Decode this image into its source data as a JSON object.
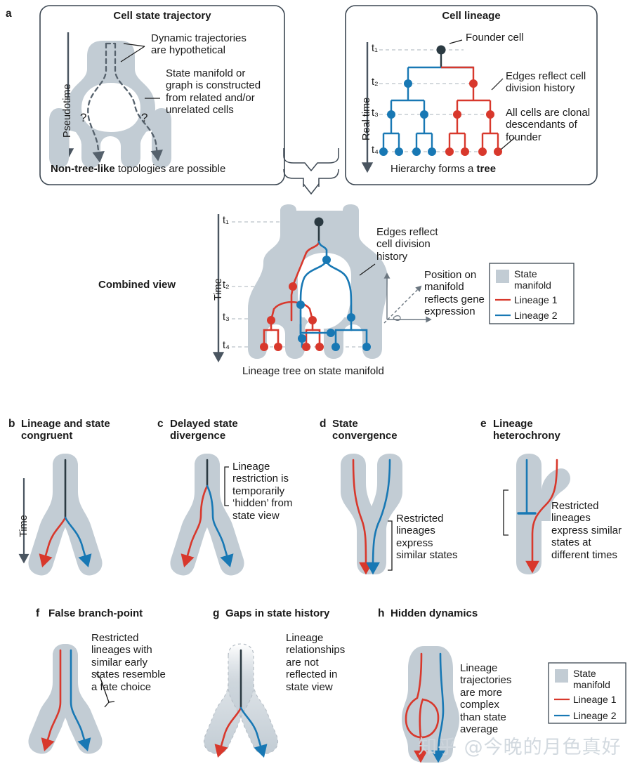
{
  "figure": {
    "colors": {
      "manifold": "#c2ccd4",
      "lineage1": "#d8382c",
      "lineage2": "#1878b4",
      "founder": "#2b3a42",
      "axis": "#4a5560",
      "dashed_guide": "#aab3bb",
      "box_border": "#3c4752",
      "text": "#1a1a1a"
    },
    "watermark": "知乎 @今晚的月色真好"
  },
  "panel_a": {
    "letter": "a",
    "left_box": {
      "title": "Cell state trajectory",
      "axis_label": "Pseudotime",
      "annotations": [
        "Dynamic trajectories\nare hypothetical",
        "State manifold or\ngraph is constructed\nfrom related and/or\nunrelated cells"
      ],
      "question_marks": [
        "?",
        "?"
      ],
      "caption_bold": "Non-tree-like",
      "caption_rest": " topologies are possible"
    },
    "right_box": {
      "title": "Cell lineage",
      "axis_label": "Real time",
      "time_labels": [
        "t₁",
        "t₂",
        "t₃",
        "t₄"
      ],
      "annotations": [
        "Founder cell",
        "Edges reflect cell\ndivision history",
        "All cells are clonal\ndescendants of\nfounder"
      ],
      "caption_rest": "Hierarchy forms a ",
      "caption_bold": "tree"
    }
  },
  "combined": {
    "label": "Combined view",
    "axis_label": "Time",
    "time_labels": [
      "t₁",
      "t₂",
      "t₃",
      "t₄"
    ],
    "annotations": [
      "Edges reflect\ncell division\nhistory",
      "Position on\nmanifold\nreflects gene\nexpression"
    ],
    "caption": "Lineage tree on state manifold",
    "legend": {
      "items": [
        {
          "type": "swatch",
          "label": "State\nmanifold"
        },
        {
          "type": "line-red",
          "label": "Lineage 1"
        },
        {
          "type": "line-blue",
          "label": "Lineage 2"
        }
      ]
    }
  },
  "panels": [
    {
      "letter": "b",
      "title": "Lineage and state\ncongruent",
      "axis_label": "Time",
      "annotation": ""
    },
    {
      "letter": "c",
      "title": "Delayed state\ndivergence",
      "annotation": "Lineage\nrestriction is\ntemporarily\n‘hidden’ from\nstate view"
    },
    {
      "letter": "d",
      "title": "State\nconvergence",
      "annotation": "Restricted\nlineages\nexpress\nsimilar states"
    },
    {
      "letter": "e",
      "title": "Lineage\nheterochrony",
      "annotation": "Restricted\nlineages\nexpress similar\nstates at\ndifferent times"
    },
    {
      "letter": "f",
      "title": "False branch-point",
      "annotation": "Restricted\nlineages with\nsimilar early\nstates resemble\na fate choice"
    },
    {
      "letter": "g",
      "title": "Gaps in state history",
      "annotation": "Lineage\nrelationships\nare not\nreflected in\nstate view"
    },
    {
      "letter": "h",
      "title": "Hidden dynamics",
      "annotation": "Lineage\ntrajectories\nare more\ncomplex\nthan state\naverage"
    }
  ],
  "legend_bottom": {
    "items": [
      {
        "type": "swatch",
        "label": "State\nmanifold"
      },
      {
        "type": "line-red",
        "label": "Lineage 1"
      },
      {
        "type": "line-blue",
        "label": "Lineage 2"
      }
    ]
  },
  "chart_data": {
    "type": "diagram",
    "title": "Cell state trajectory versus cell lineage",
    "lineage_tree_combined": {
      "time_points": [
        "t1",
        "t2",
        "t3",
        "t4"
      ],
      "founder": {
        "lineage": "founder",
        "time": "t1"
      },
      "lineage1_nodes_per_time": {
        "t2": 1,
        "t3": 2,
        "t4": 4
      },
      "lineage2_nodes_per_time": {
        "t2": 1,
        "t3": 2,
        "t4": 4
      }
    },
    "cell_lineage_tree": {
      "time_points": [
        "t1",
        "t2",
        "t3",
        "t4"
      ],
      "nodes_per_time": {
        "t1": 1,
        "t2": 2,
        "t3": 4,
        "t4": 8
      },
      "lineage1_color": "#d8382c",
      "lineage2_color": "#1878b4"
    }
  }
}
